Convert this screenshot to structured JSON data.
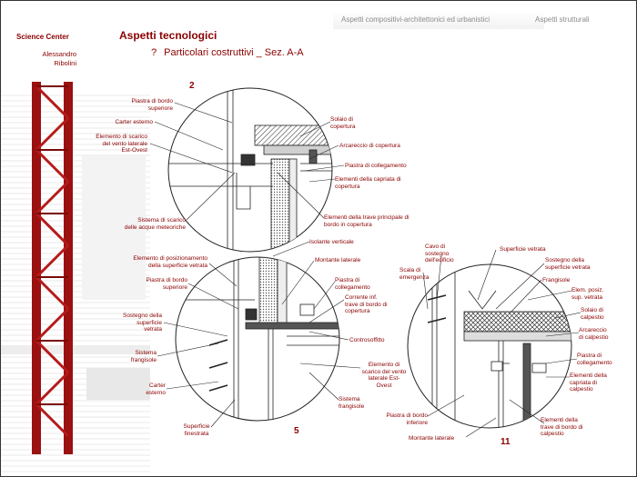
{
  "nav": {
    "item1": "Aspetti compositivi-architettonici ed urbanistici",
    "item2": "Aspetti strutturali"
  },
  "header": {
    "section": "Science Center",
    "title": "Aspetti tecnologici",
    "author_line1": "Alessandro",
    "author_line2": "Ribolini",
    "subtitle_marker": "?",
    "subtitle": "Particolari costruttivi _ Sez. A-A"
  },
  "details": {
    "d2": {
      "number": "2",
      "labels": {
        "piastra_bordo_sup_1": "Piastra di bordo",
        "piastra_bordo_sup_2": "superiore",
        "carter_esterno": "Carter esterno",
        "scarico_vento_1": "Elemento di scarico",
        "scarico_vento_2": "del vento laterale",
        "scarico_vento_3": "Est-Ovest",
        "solaio_copertura_1": "Solaio di",
        "solaio_copertura_2": "copertura",
        "arcareccio_copertura": "Arcareccio di copertura",
        "piastra_collegamento": "Piastra di collegamento",
        "capriata_1": "Elementi della capriata di",
        "capriata_2": "copertura",
        "sistema_scarico_1": "Sistema di scarico",
        "sistema_scarico_2": "delle acque meteoriche",
        "trave_principale_1": "Elementi della trave principale di",
        "trave_principale_2": "bordo in copertura"
      }
    },
    "d5": {
      "number": "5",
      "labels": {
        "isolante_verticale": "Isolante verticale",
        "posizionamento_1": "Elemento di posizionamento",
        "posizionamento_2": "della superficie vetrata",
        "montante_laterale": "Montante laterale",
        "piastra_bordo_sup_1": "Piastra di bordo",
        "piastra_bordo_sup_2": "superiore",
        "piastra_collegamento_1": "Piastra di",
        "piastra_collegamento_2": "collegamento",
        "corrente_1": "Corrente inf.",
        "corrente_2": "trave di bordo di",
        "corrente_3": "copertura",
        "sostegno_1": "Sostegno della",
        "sostegno_2": "superficie",
        "sostegno_3": "vetrata",
        "controsoffitto": "Controsoffitto",
        "sistema_frangisole_1": "Sistema",
        "sistema_frangisole_2": "frangisole",
        "scarico_vento_1": "Elemento di",
        "scarico_vento_2": "scarico del vento",
        "scarico_vento_3": "laterale Est-",
        "scarico_vento_4": "Ovest",
        "carter_1": "Carter",
        "carter_2": "esterno",
        "sistema_frangisole_b_1": "Sistema",
        "sistema_frangisole_b_2": "frangisole",
        "sup_finestrata_1": "Superficie",
        "sup_finestrata_2": "finestrata"
      }
    },
    "d11": {
      "number": "11",
      "labels": {
        "cavo_1": "Cavo di",
        "cavo_2": "sostegno",
        "cavo_3": "dell'edificio",
        "superficie_vetrata": "Superficie vetrata",
        "scala_1": "Scala di",
        "scala_2": "emergenza",
        "sostegno_1": "Sostegno della",
        "sostegno_2": "superficie vetrata",
        "frangisole": "Frangisole",
        "elem_posiz_1": "Elem. posiz.",
        "elem_posiz_2": "sup. vetrata",
        "solaio_calpestio_1": "Solaio di",
        "solaio_calpestio_2": "calpestio",
        "arcareccio_1": "Arcareccio",
        "arcareccio_2": "di calpestio",
        "piastra_collegamento_1": "Piastra di",
        "piastra_collegamento_2": "collegamento",
        "capriata_1": "Elementi della",
        "capriata_2": "capriata di",
        "capriata_3": "calpestio",
        "piastra_bordo_inf_1": "Piastra di bordo",
        "piastra_bordo_inf_2": "inferiore",
        "trave_bordo_1": "Elementi della",
        "trave_bordo_2": "trave di bordo di",
        "trave_bordo_3": "calpestio",
        "montante_laterale": "Montante laterale"
      }
    }
  },
  "colors": {
    "accent": "#8b0000",
    "tower": "#a11212",
    "line": "#222222"
  }
}
